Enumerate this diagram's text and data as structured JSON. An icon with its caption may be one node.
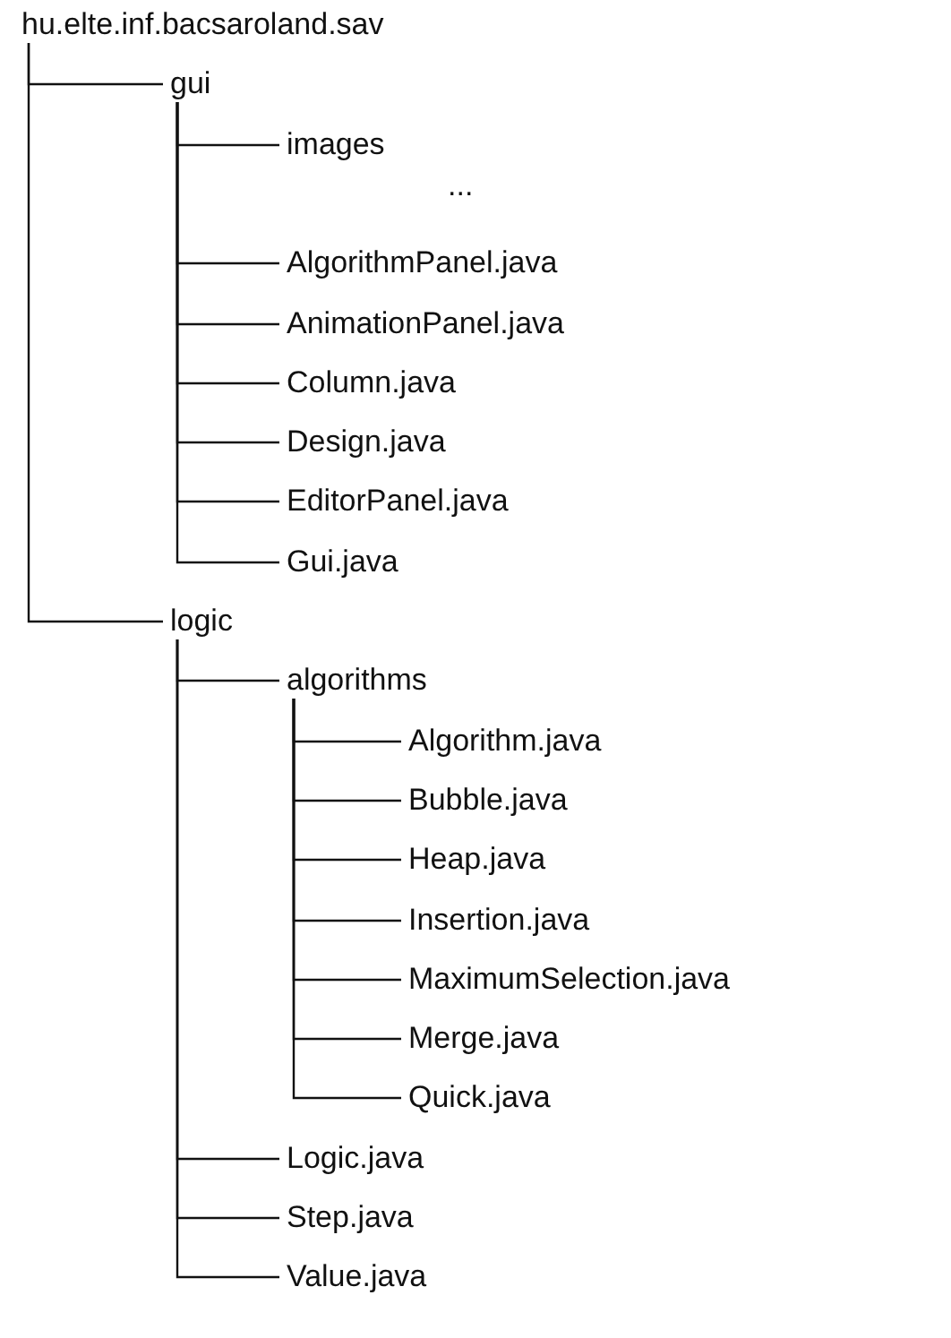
{
  "diagram": {
    "nodes": [
      {
        "text": [
          "hu.elte.inf.bacsaroland.sav"
        ]
      },
      {
        "text": [
          "gui"
        ]
      },
      {
        "text": [
          "images"
        ]
      },
      {
        "text": [
          "AlgorithmPanel.java"
        ]
      },
      {
        "text": [
          "AnimationPanel.java"
        ]
      },
      {
        "text": [
          "Column.java"
        ]
      },
      {
        "text": [
          "Design.java"
        ]
      },
      {
        "text": [
          "EditorPanel.java"
        ]
      },
      {
        "text": [
          "Gui.java"
        ]
      },
      {
        "text": [
          "logic"
        ]
      },
      {
        "text": [
          "algorithms"
        ]
      },
      {
        "text": [
          "Algorithm.java"
        ]
      },
      {
        "text": [
          "Bubble.java"
        ]
      },
      {
        "text": [
          "Heap.java"
        ]
      },
      {
        "text": [
          "Insertion.java"
        ]
      },
      {
        "text": [
          "MaximumSelection.java"
        ]
      },
      {
        "text": [
          "Merge.java"
        ]
      },
      {
        "text": [
          "Quick.java"
        ]
      },
      {
        "text": [
          "Logic.java"
        ]
      },
      {
        "text": [
          "Step.java"
        ]
      },
      {
        "text": [
          "Value.java"
        ]
      }
    ],
    "edges": [
      {
        "from": 0,
        "to": 1,
        "arrow": "none"
      },
      {
        "from": 1,
        "to": 2,
        "arrow": "none"
      },
      {
        "from": 1,
        "to": 3,
        "arrow": "none"
      },
      {
        "from": 1,
        "to": 4,
        "arrow": "none"
      },
      {
        "from": 1,
        "to": 5,
        "arrow": "none"
      },
      {
        "from": 1,
        "to": 6,
        "arrow": "none"
      },
      {
        "from": 1,
        "to": 7,
        "arrow": "none"
      },
      {
        "from": 1,
        "to": 8,
        "arrow": "none"
      },
      {
        "from": 0,
        "to": 9,
        "arrow": "none"
      },
      {
        "from": 9,
        "to": 10,
        "arrow": "none"
      },
      {
        "from": 10,
        "to": 11,
        "arrow": "none"
      },
      {
        "from": 10,
        "to": 12,
        "arrow": "none"
      },
      {
        "from": 10,
        "to": 13,
        "arrow": "none"
      },
      {
        "from": 10,
        "to": 14,
        "arrow": "none"
      },
      {
        "from": 10,
        "to": 15,
        "arrow": "none"
      },
      {
        "from": 10,
        "to": 16,
        "arrow": "none"
      },
      {
        "from": 10,
        "to": 17,
        "arrow": "none"
      },
      {
        "from": 9,
        "to": 18,
        "arrow": "none"
      },
      {
        "from": 9,
        "to": 19,
        "arrow": "none"
      },
      {
        "from": 9,
        "to": 20,
        "arrow": "none"
      }
    ],
    "labels": [
      "..."
    ]
  }
}
